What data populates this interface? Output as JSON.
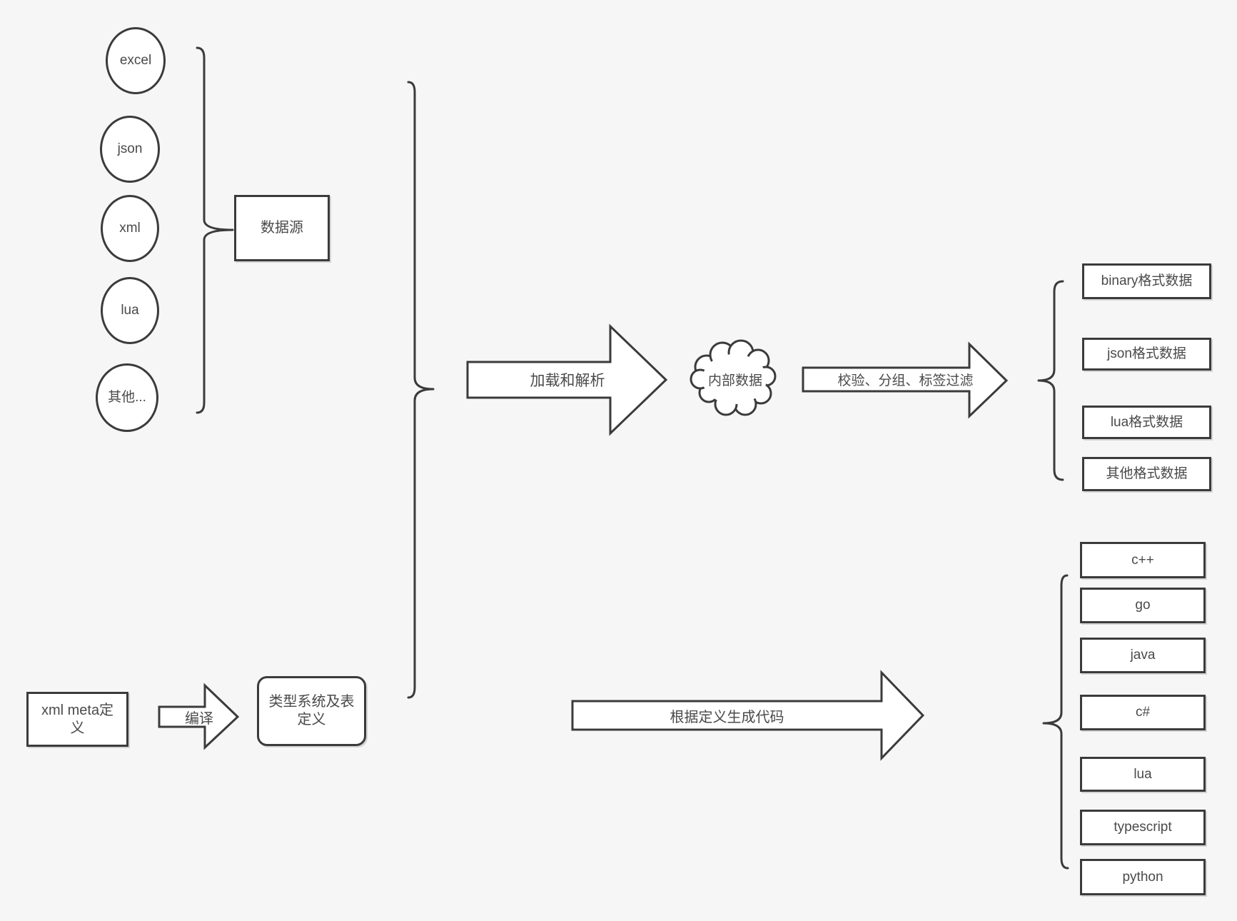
{
  "theme": {
    "background": "#f6f6f6",
    "stroke": "#3b3b3b",
    "text": "#4a4a4a",
    "shape_fill": "#ffffff"
  },
  "sources": {
    "items": [
      "excel",
      "json",
      "xml",
      "lua",
      "其他..."
    ],
    "group_label": "数据源"
  },
  "pipeline": {
    "load_arrow_label": "加载和解析",
    "internal_data_label": "内部数据",
    "filter_arrow_label": "校验、分组、标签过滤"
  },
  "output_formats": [
    "binary格式数据",
    "json格式数据",
    "lua格式数据",
    "其他格式数据"
  ],
  "definition_flow": {
    "xml_meta_label": "xml meta定\n义",
    "compile_arrow_label": "编译",
    "type_system_label": "类型系统及表\n定义",
    "generate_arrow_label": "根据定义生成代码"
  },
  "languages": [
    "c++",
    "go",
    "java",
    "c#",
    "lua",
    "typescript",
    "python"
  ]
}
